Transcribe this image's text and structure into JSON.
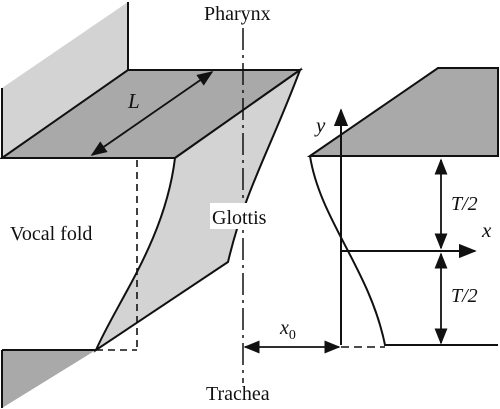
{
  "labels": {
    "pharynx": "Pharynx",
    "trachea": "Trachea",
    "glottis": "Glottis",
    "vocal_fold": "Vocal fold",
    "length": "L",
    "y_axis": "y",
    "x_axis": "x",
    "half_thickness_upper": "T/2",
    "half_thickness_lower": "T/2",
    "offset_base": "x",
    "offset_sub": "0"
  },
  "colors": {
    "light_fill": "#d3d3d3",
    "dark_fill": "#a9a9a9",
    "stroke": "#111111",
    "background": "#ffffff"
  }
}
